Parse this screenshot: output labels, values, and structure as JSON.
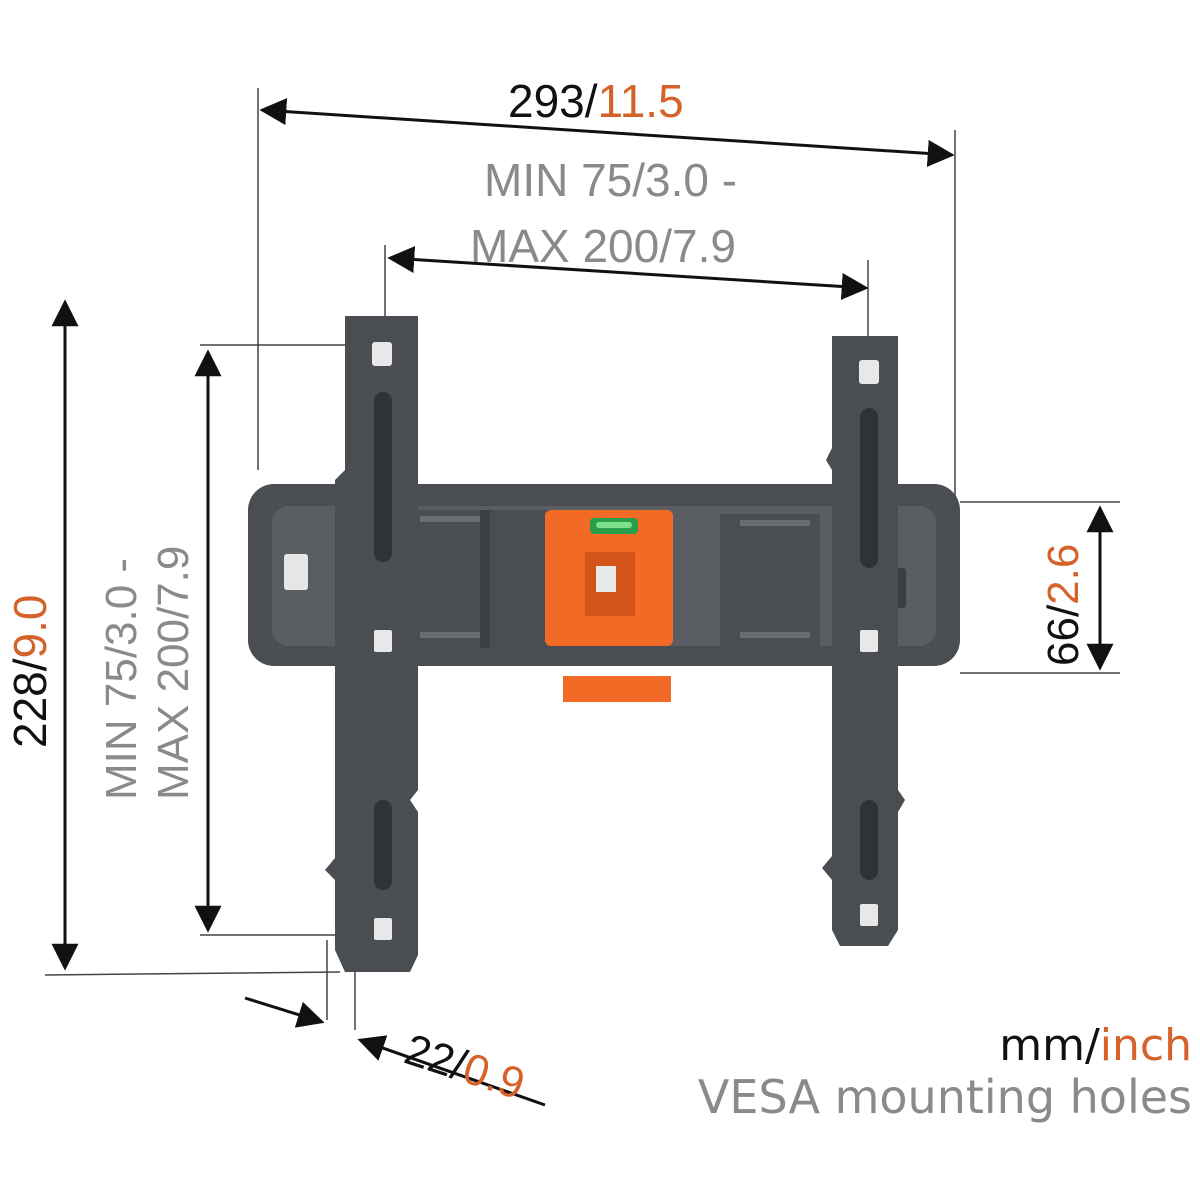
{
  "dimensions": {
    "overall_width": {
      "metric": "293",
      "imperial": "11.5"
    },
    "vesa_horizontal": {
      "line1": "MIN 75/3.0 -",
      "line2": "MAX 200/7.9"
    },
    "overall_height": {
      "metric": "228",
      "imperial": "9.0"
    },
    "vesa_vertical": {
      "line1": "MIN 75/3.0 -",
      "line2": "MAX 200/7.9"
    },
    "wall_plate_height": {
      "metric": "66",
      "imperial": "2.6"
    },
    "depth": {
      "metric": "22",
      "imperial": "0.9"
    }
  },
  "legend": {
    "unit_metric": "mm",
    "unit_imperial": "inch",
    "note": "VESA mounting holes"
  },
  "colors": {
    "bracket": "#4a4d52",
    "bracket_dark": "#35383c",
    "accent": "#f26a25",
    "imperial_text": "#d4622a",
    "vesa_text": "#8a8a8a"
  }
}
